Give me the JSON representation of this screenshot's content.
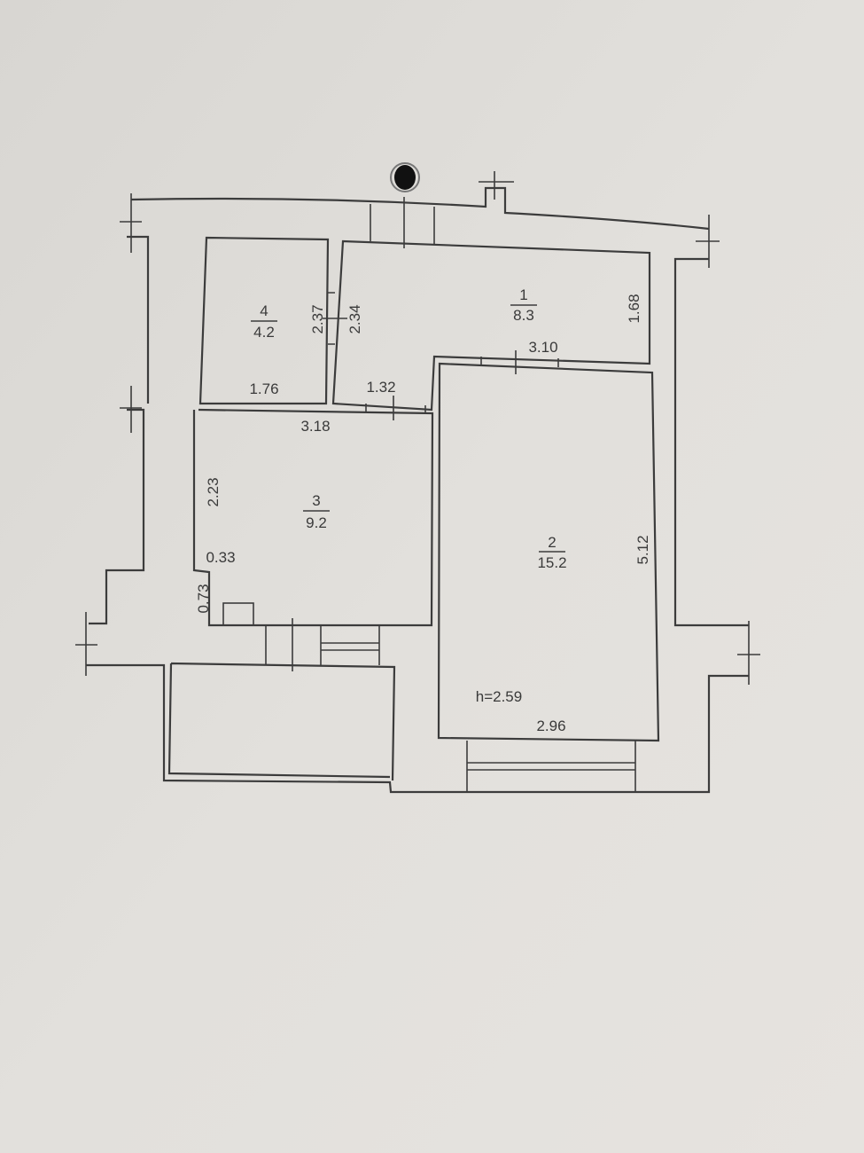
{
  "plan": {
    "rooms": [
      {
        "number": "1",
        "area": "8.3"
      },
      {
        "number": "2",
        "area": "15.2"
      },
      {
        "number": "3",
        "area": "9.2"
      },
      {
        "number": "4",
        "area": "4.2"
      }
    ],
    "dimensions": {
      "room4_height": "2.37",
      "room1_left": "2.34",
      "room1_right": "1.68",
      "room1_bottom": "3.10",
      "room4_width": "1.76",
      "room1_door_width": "1.32",
      "room3_width": "3.18",
      "room3_left": "2.23",
      "room3_notch_width": "0.33",
      "room3_notch_height": "0.73",
      "room2_height": "5.12",
      "room2_width": "2.96",
      "ceiling_height": "h=2.59"
    },
    "colors": {
      "paper": "#dedcd8",
      "ink": "#3c3c3c",
      "riser": "#111111"
    }
  }
}
